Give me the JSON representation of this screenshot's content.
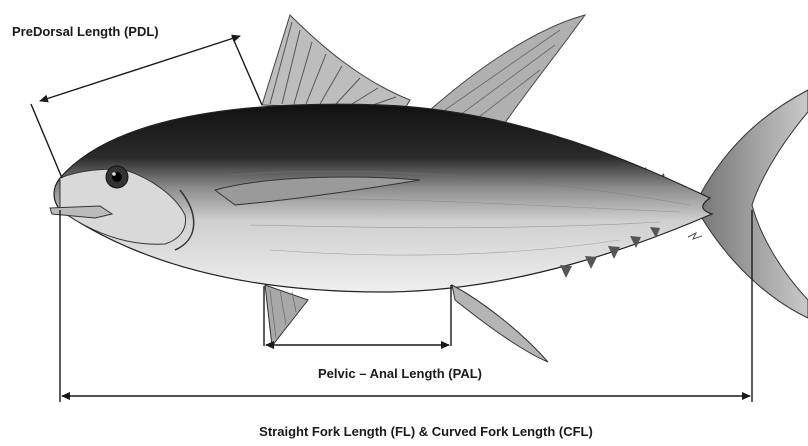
{
  "labels": {
    "pdl": "PreDorsal Length (PDL)",
    "pal": "Pelvic – Anal  Length (PAL)",
    "fl": "Straight Fork Length (FL) & Curved Fork Length (CFL)"
  },
  "colors": {
    "line": "#1a1a1a",
    "fish_dark": "#1c1c1c",
    "fish_mid": "#8a8a8a",
    "fish_light": "#e6e6e6",
    "fin": "#b5b5b5"
  },
  "icons": [
    "tuna-fish-illustration",
    "arrowhead"
  ]
}
